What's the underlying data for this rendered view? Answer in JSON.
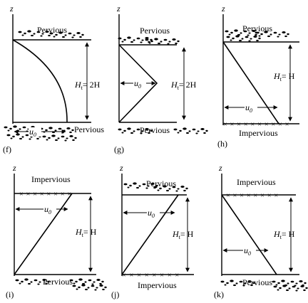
{
  "axis_label": "z",
  "panels": [
    {
      "tag": "(f)",
      "top_boundary": "Pervious",
      "bottom_boundary": "Pervious",
      "height_label": "H",
      "height_sub": "t",
      "height_value": "= 2H",
      "u_label": "u",
      "u_sub": "0"
    },
    {
      "tag": "(g)",
      "top_boundary": "Pervious",
      "bottom_boundary": "Pervious",
      "height_label": "H",
      "height_sub": "t",
      "height_value": "= 2H",
      "u_label": "u",
      "u_sub": "0"
    },
    {
      "tag": "(h)",
      "top_boundary": "Pervious",
      "bottom_boundary": "Impervious",
      "height_label": "H",
      "height_sub": "t",
      "height_value": "= H",
      "u_label": "u",
      "u_sub": "0"
    },
    {
      "tag": "(i)",
      "top_boundary": "Impervious",
      "bottom_boundary": "Pervious",
      "height_label": "H",
      "height_sub": "t",
      "height_value": "= H",
      "u_label": "u",
      "u_sub": "0"
    },
    {
      "tag": "(j)",
      "top_boundary": "Pervious",
      "bottom_boundary": "Impervious",
      "height_label": "H",
      "height_sub": "t",
      "height_value": "= H",
      "u_label": "u",
      "u_sub": "0"
    },
    {
      "tag": "(k)",
      "top_boundary": "Impervious",
      "bottom_boundary": "Pervious",
      "height_label": "H",
      "height_sub": "t",
      "height_value": "= H",
      "u_label": "u",
      "u_sub": "0"
    }
  ]
}
